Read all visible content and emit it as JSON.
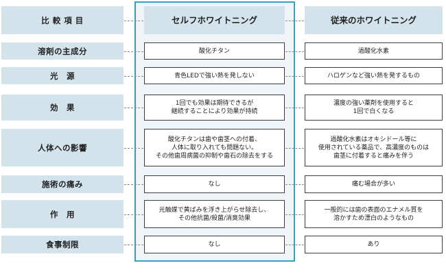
{
  "header": {
    "item": "比 較 項 目",
    "self": "セルフホワイトニング",
    "conventional": "従来のホワイトニング"
  },
  "rows": [
    {
      "label": "溶剤の主成分",
      "self": "酸化チタン",
      "conventional": "過酸化水素"
    },
    {
      "label": "光　源",
      "self": "青色LEDで強い熱を発しない",
      "conventional": "ハロゲンなど強い熱を発するもの"
    },
    {
      "label": "効　果",
      "self": "1回でも効果は期待できるが\n継続することにより効果が持続",
      "conventional": "濃度の強い薬剤を使用すると\n1回で白くなる"
    },
    {
      "label": "人体への影響",
      "self": "酸化チタンは歯や歯茎への付着、\n人体に取り入れても問題ない。\nその他歯周病菌の抑制や歯石の除去をする",
      "conventional": "過酸化水素はオキシドール等に\n使用されている薬品で、高濃度のものは\n歯茎に付着すると痛みを伴う"
    },
    {
      "label": "施術の痛み",
      "self": "なし",
      "conventional": "痛む場合が多い"
    },
    {
      "label": "作　用",
      "self": "光触媒で黄ばみを浮き上がらせ除去し、\nその他抗菌/殺菌/消臭効果",
      "conventional": "一般的には歯の表面のエナメル質を\n溶かすため漂白のようなもの"
    },
    {
      "label": "食事制限",
      "self": "なし",
      "conventional": "あり"
    }
  ]
}
